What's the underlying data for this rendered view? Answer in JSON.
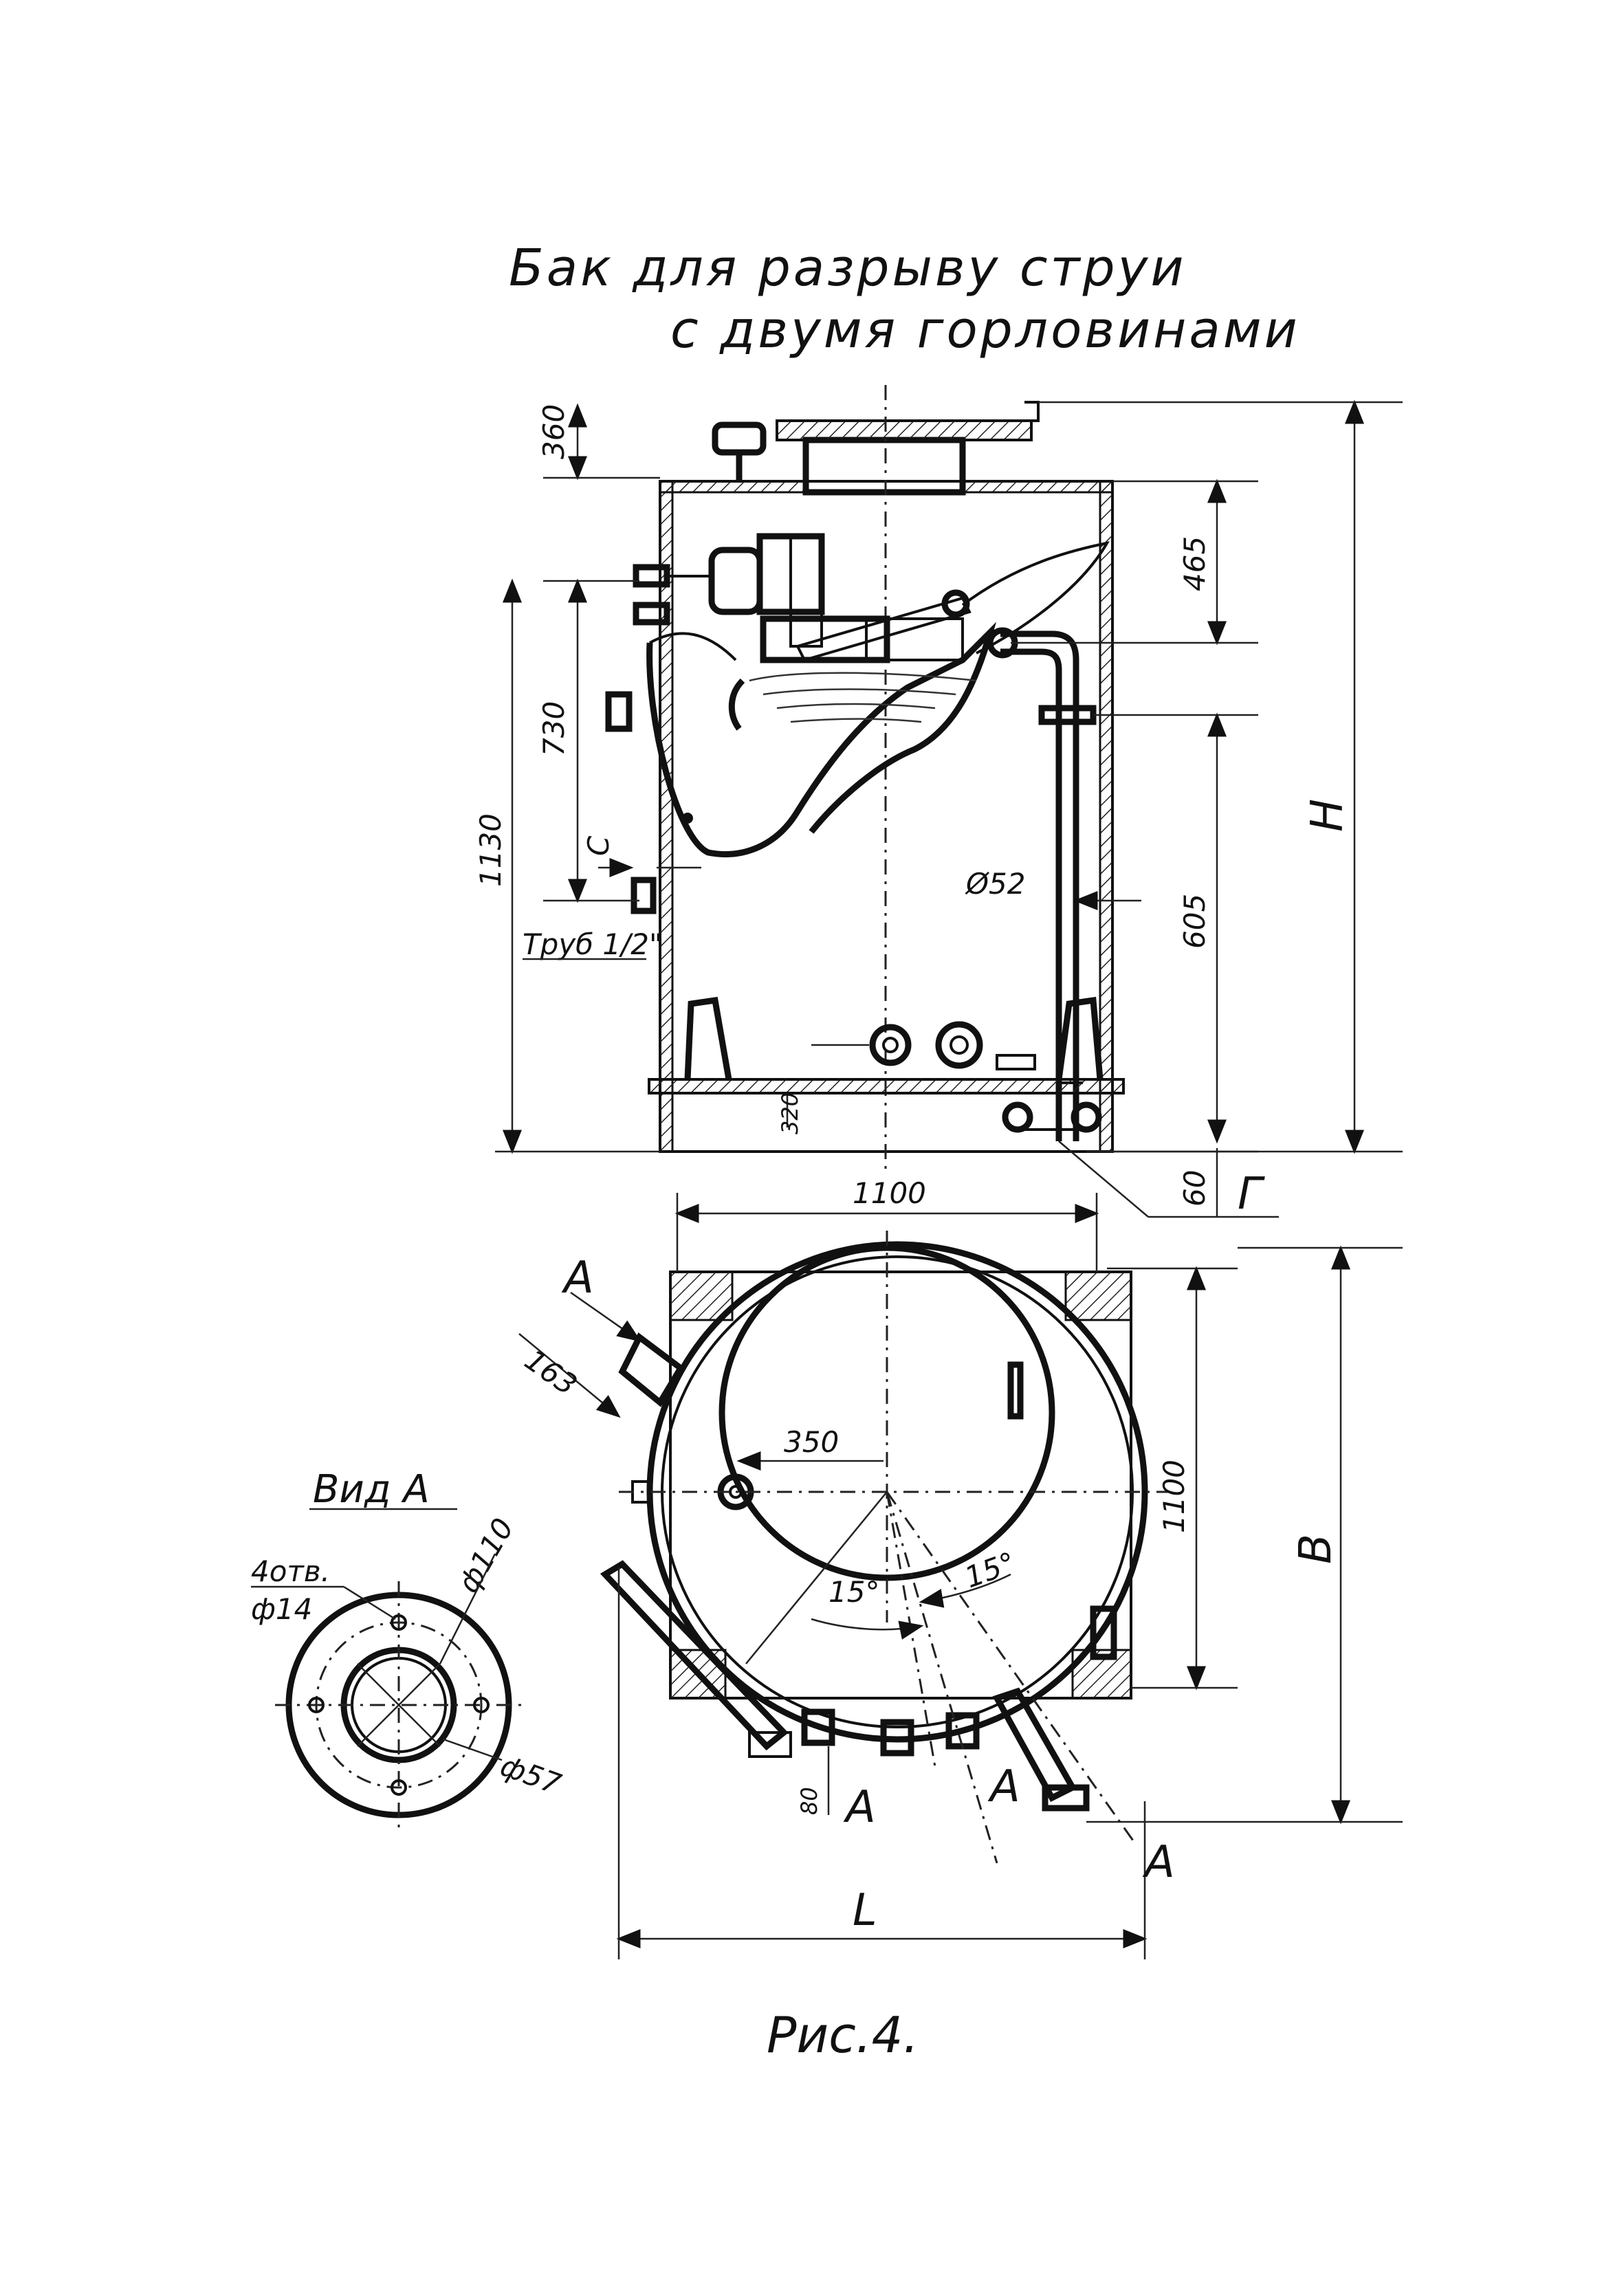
{
  "title": {
    "line1": "Бак для разрыву струи",
    "line2": "с двумя горловинами"
  },
  "caption": "Рис.4.",
  "front_view": {
    "dims": {
      "d360": "360",
      "d465": "465",
      "d730": "730",
      "d1130": "1130",
      "d605": "605",
      "d60": "60",
      "d320": "320",
      "dia52": "Ø52",
      "c_mark": "C",
      "pipe_label": "Труб 1/2\"",
      "height_H": "H"
    },
    "label_g": "Г"
  },
  "plan_view": {
    "dims": {
      "d1100_top": "1100",
      "d1100_side": "1100",
      "d163": "163",
      "d350": "350",
      "angle1": "15°",
      "angle2": "15°",
      "d80": "80",
      "width_B": "B",
      "length_L": "L"
    },
    "section_letters": [
      "А",
      "А",
      "А",
      "А"
    ]
  },
  "view_a": {
    "title": "Вид А",
    "holes": "4отв.",
    "hole_dia": "ф14",
    "dia110": "ф110",
    "dia57": "ф57"
  }
}
